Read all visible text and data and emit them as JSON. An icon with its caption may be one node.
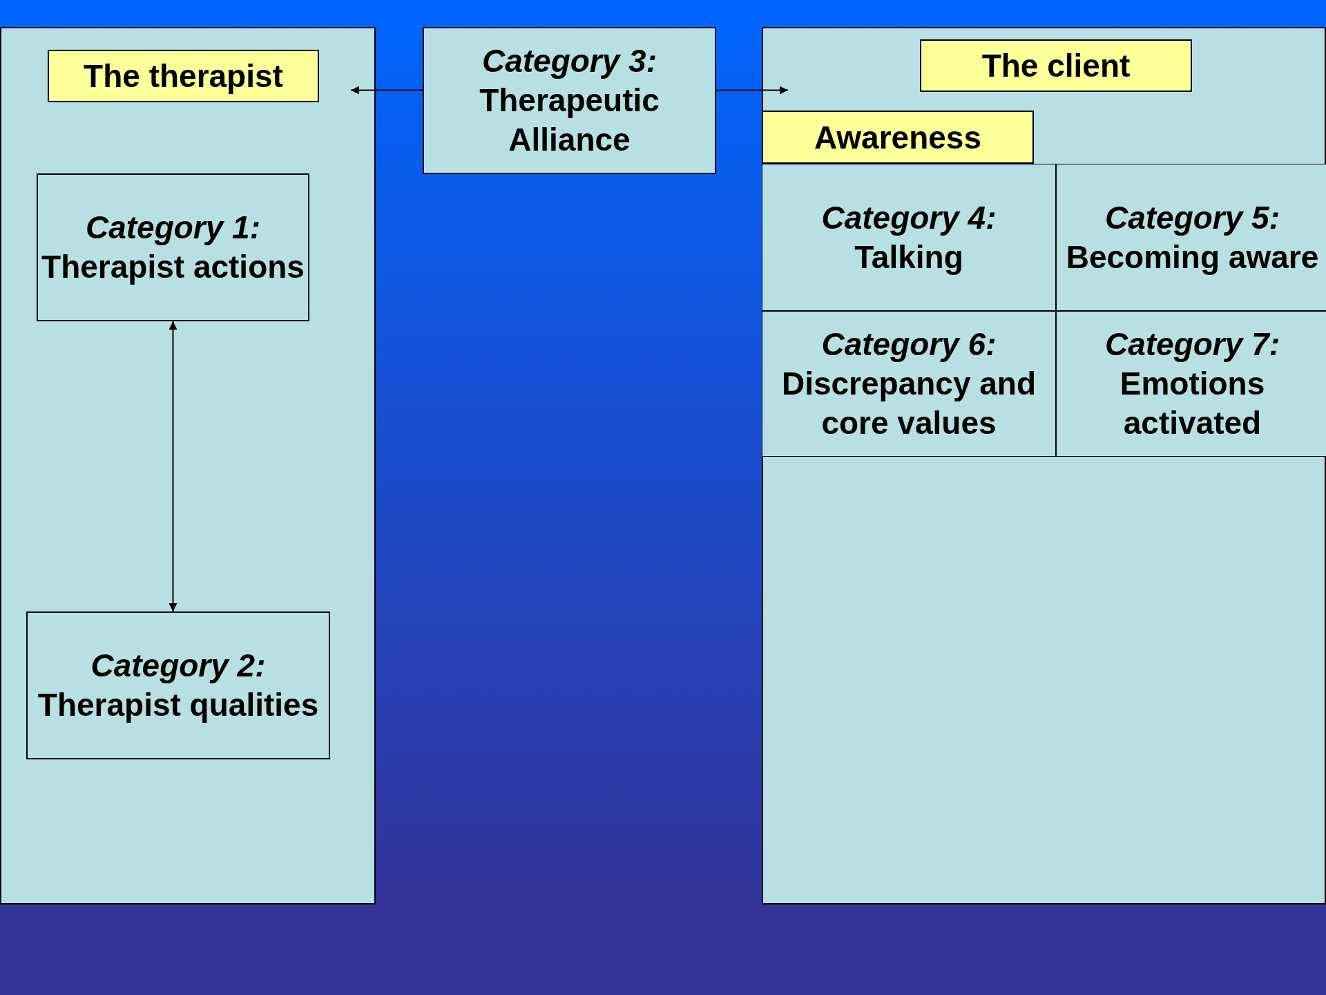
{
  "diagram": {
    "nodes": [
      {
        "text": [],
        "shape": "box"
      },
      {
        "text": [
          "The therapist"
        ],
        "in": 0
      },
      {
        "text": [
          "Category 1:",
          "Therapist actions"
        ],
        "in": 0
      },
      {
        "text": [
          "Category 2:",
          "Therapist qualities"
        ],
        "in": 0
      },
      {
        "text": [
          "Category 3:",
          "Therapeutic Alliance"
        ]
      },
      {
        "text": [],
        "shape": "box"
      },
      {
        "text": [
          "The client"
        ],
        "in": 5
      },
      {
        "text": [
          "Awareness"
        ],
        "in": 5
      },
      {
        "text": [
          "Category 4:",
          "Talking"
        ],
        "in": 5
      },
      {
        "text": [
          "Category 5:",
          "Becoming aware"
        ],
        "in": 5
      },
      {
        "text": [
          "Category 6:",
          "Discrepancy and core values"
        ],
        "in": 5
      },
      {
        "text": [
          "Category 7:",
          "Emotions activated"
        ],
        "in": 5
      }
    ],
    "edges": [
      {
        "from": 4,
        "to": 0,
        "arrow": "to"
      },
      {
        "from": 4,
        "to": 5,
        "arrow": "to"
      },
      {
        "from": 2,
        "to": 3,
        "arrow": "both"
      }
    ]
  }
}
